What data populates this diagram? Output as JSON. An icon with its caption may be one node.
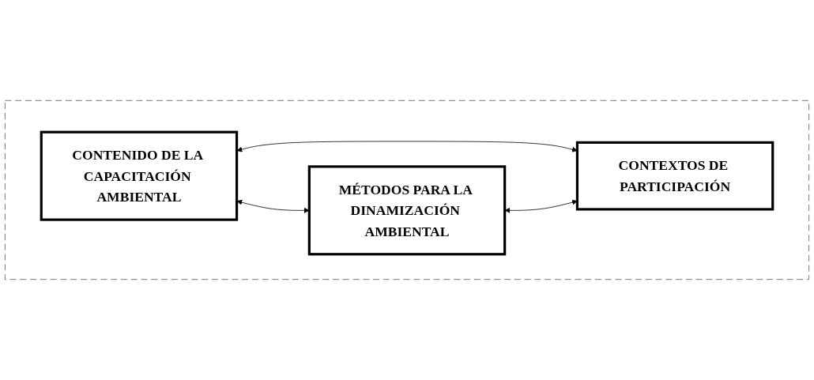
{
  "diagram": {
    "nodes": [
      {
        "text": [],
        "shape": "box"
      },
      {
        "text": [
          "CONTENIDO DE LA CAPACITACIÓN AMBIENTAL"
        ],
        "in": 0
      },
      {
        "text": [
          "MÉTODOS PARA LA DINAMIZACIÓN AMBIENTAL"
        ],
        "in": 0
      },
      {
        "text": [
          "CONTEXTOS DE PARTICIPACIÓN"
        ],
        "in": 0
      }
    ],
    "edges": [
      {
        "from": 1,
        "to": 2,
        "arrow": "both"
      },
      {
        "from": 1,
        "to": 3,
        "arrow": "both"
      },
      {
        "from": 2,
        "to": 3,
        "arrow": "both"
      }
    ]
  }
}
